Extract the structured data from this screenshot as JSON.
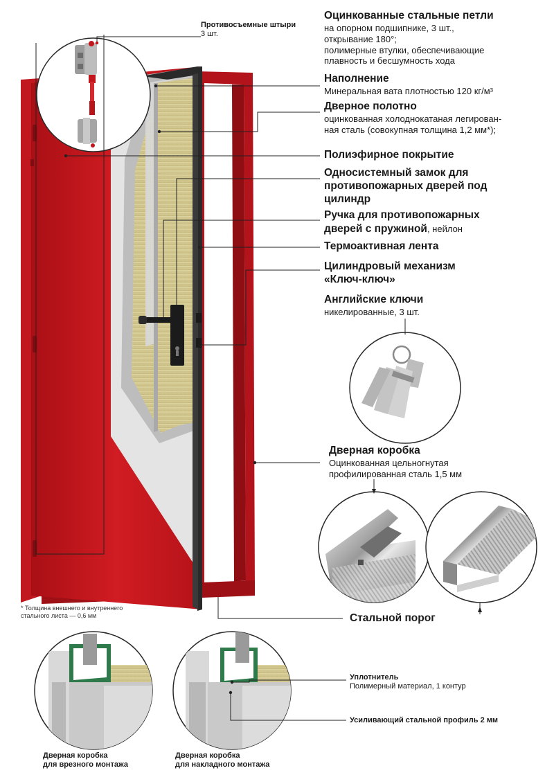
{
  "pins": {
    "title": "Противосъемные штыри",
    "sub": "3 шт."
  },
  "features": [
    {
      "title": "Оцинкованные стальные петли",
      "lines": [
        "на опорном подшипнике, 3 шт.,",
        "открывание 180°;",
        "полимерные втулки, обеспечивающие",
        "плавность и бесшумность хода"
      ]
    },
    {
      "title": "Наполнение",
      "lines": [
        "Минеральная вата плотностью 120 кг/м³"
      ]
    },
    {
      "title": "Дверное полотно",
      "lines": [
        "оцинкованная холоднокатаная легирован-",
        "ная сталь (совокупная толщина 1,2 мм*);"
      ]
    },
    {
      "title": "Полиэфирное покрытие",
      "lines": []
    },
    {
      "title_lines": [
        "Односистемный замок для",
        "противопожарных дверей под",
        "цилиндр"
      ]
    },
    {
      "title_lines": [
        "Ручка для противопожарных"
      ],
      "title2": "дверей с пружиной",
      "suffix": ", нейлон"
    },
    {
      "title": "Термоактивная лента",
      "lines": []
    },
    {
      "title_lines": [
        "Цилиндровый механизм",
        "«Ключ-ключ»"
      ]
    },
    {
      "title": "Английские ключи",
      "lines": [
        "никелированные, 3 шт."
      ]
    }
  ],
  "frame": {
    "title": "Дверная коробка",
    "lines": [
      "Оцинкованная цельногнутая",
      "профилированная сталь 1,5 мм"
    ]
  },
  "threshold": {
    "title": "Стальной порог"
  },
  "footnote": [
    "* Толщина внешнего и внутреннего",
    "стального листа — 0,6 мм"
  ],
  "seal": {
    "title": "Уплотнитель",
    "sub": "Полимерный материал, 1 контур"
  },
  "profile": {
    "title": "Усиливающий стальной профиль 2 мм"
  },
  "mount_captions": [
    [
      "Дверная коробка",
      "для врезного монтажа"
    ],
    [
      "Дверная коробка",
      "для накладного монтажа"
    ]
  ],
  "colors": {
    "door_red": "#c4161c",
    "door_red_dark": "#8f0f14",
    "frame_red": "#b8141a",
    "insulation": "#d7cf9c",
    "panel_gray": "#e4e4e4",
    "leader_line": "#222222"
  },
  "icons": [
    "hinge-icon",
    "key-bunch-icon",
    "frame-profile-icon",
    "threshold-profile-icon",
    "frame-section-icon"
  ]
}
